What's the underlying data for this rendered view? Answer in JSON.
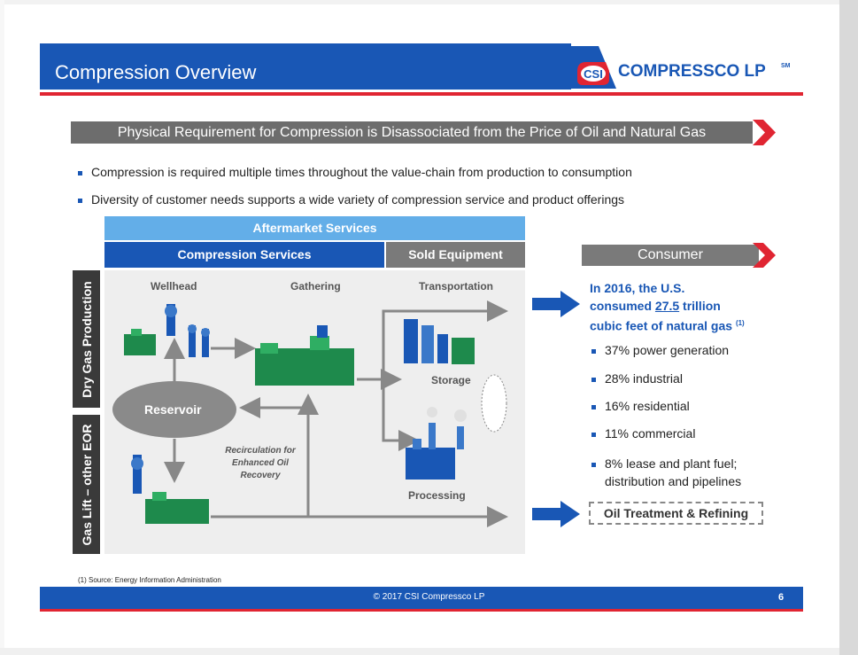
{
  "header": {
    "title": "Compression Overview",
    "logo_badge": "CSI",
    "logo_text": "COMPRESSCO LP",
    "logo_tm": "SM"
  },
  "banner": {
    "text": "Physical Requirement for Compression is Disassociated from the Price of Oil and Natural Gas"
  },
  "bullets": [
    "Compression is required multiple times throughout the value-chain from production to consumption",
    "Diversity of customer needs supports a wide variety of compression service and product offerings"
  ],
  "diagram": {
    "aftermarket": "Aftermarket Services",
    "compression_services": "Compression Services",
    "sold_equipment": "Sold Equipment",
    "dry_gas": "Dry Gas Production",
    "gas_lift": "Gas Lift – other EOR",
    "wellhead": "Wellhead",
    "gathering": "Gathering",
    "transportation": "Transportation",
    "storage": "Storage",
    "processing": "Processing",
    "reservoir": "Reservoir",
    "recirculation": "Recirculation for Enhanced Oil Recovery"
  },
  "consumer": {
    "title": "Consumer",
    "stat_prefix": "In 2016, the U.S. consumed",
    "stat_value": "27.5",
    "stat_suffix": "trillion cubic feet of natural gas",
    "stat_note": "(1)",
    "items": [
      "37% power generation",
      "28% industrial",
      "16% residential",
      "11% commercial",
      "8% lease and plant fuel; distribution and pipelines"
    ],
    "oil_treatment": "Oil Treatment & Refining"
  },
  "footnote": "(1)    Source: Energy Information Administration",
  "footer": {
    "copyright": "© 2017 CSI Compressco LP",
    "page": "6"
  },
  "colors": {
    "brand_blue": "#1957b5",
    "brand_red": "#e02532",
    "light_blue": "#63aee8",
    "gray": "#7a7a7a",
    "equipment_green": "#1e8a4c"
  }
}
